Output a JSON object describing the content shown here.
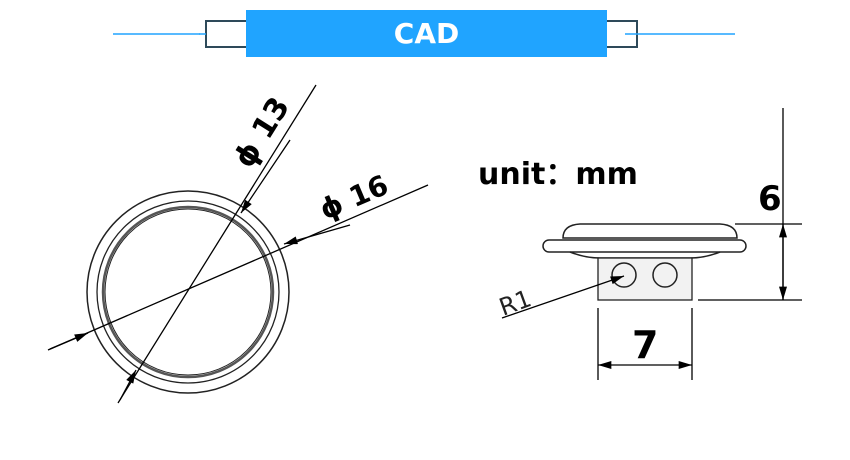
{
  "banner": {
    "title": "CAD"
  },
  "drawing": {
    "unit_label": "unit：mm",
    "diameter_inner": "ϕ 13",
    "diameter_outer": "ϕ 16",
    "height": "6",
    "width": "7",
    "radius": "R1"
  },
  "colors": {
    "accent": "#20a4ff",
    "frame": "#2e4a5a"
  }
}
